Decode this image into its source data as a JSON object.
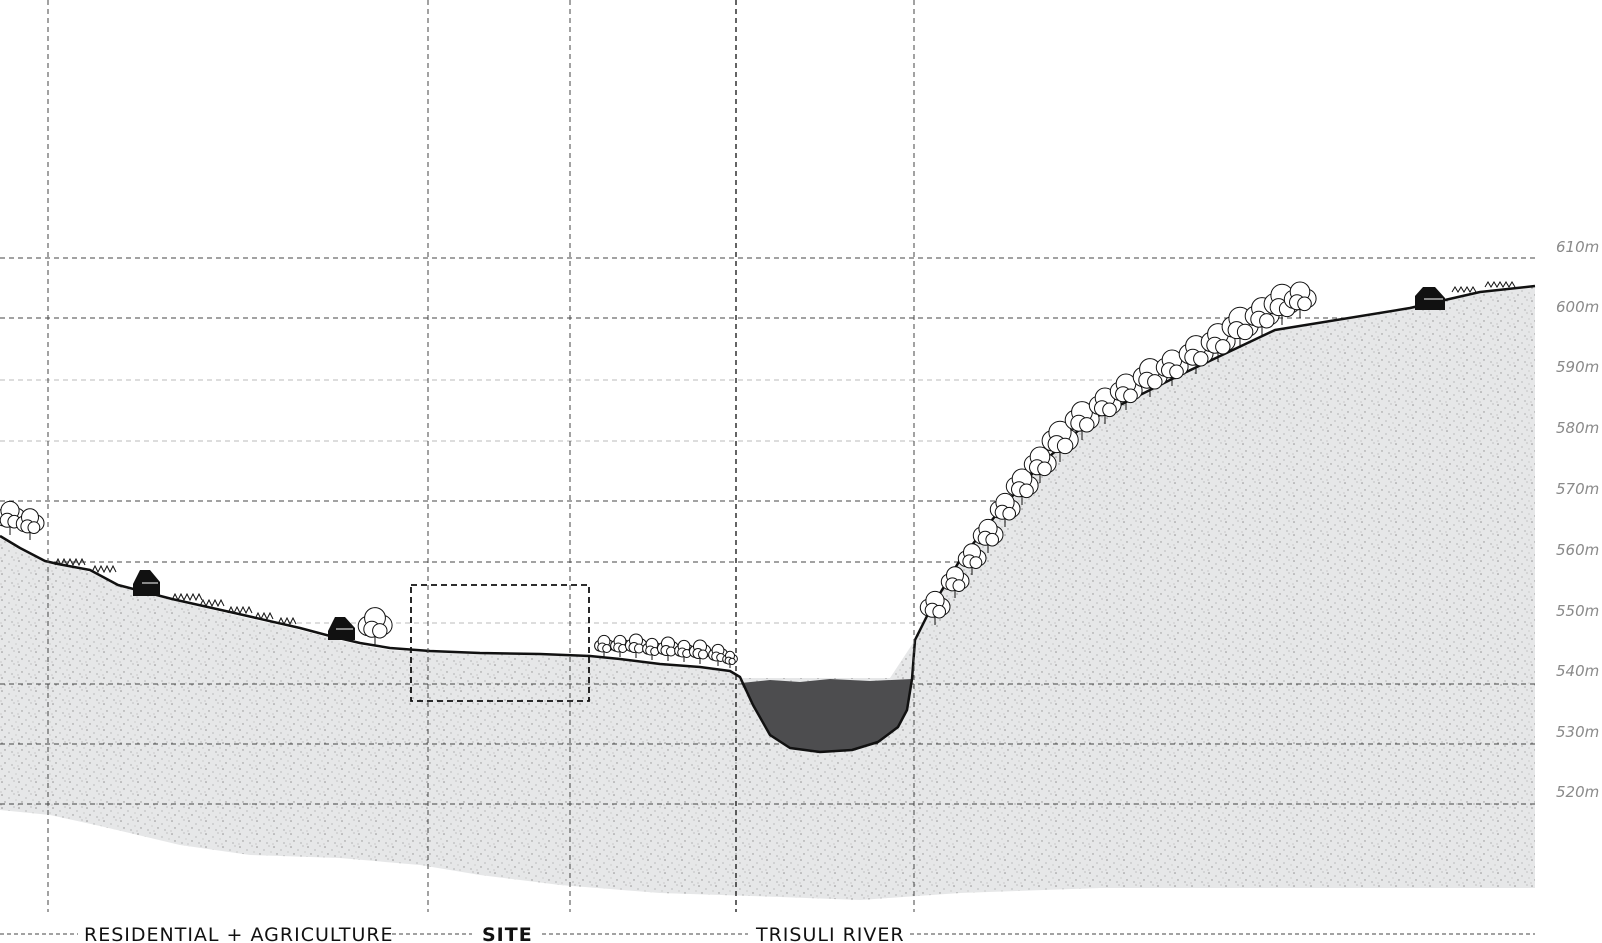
{
  "elevations": [
    "610m",
    "600m",
    "590m",
    "580m",
    "570m",
    "560m",
    "550m",
    "540m",
    "530m",
    "520m"
  ],
  "zones": [
    {
      "label": "RESIDENTIAL + AGRICULTURE",
      "emphasis": false
    },
    {
      "label": "SITE",
      "emphasis": true
    },
    {
      "label": "TRISULI RIVER",
      "emphasis": false
    }
  ],
  "colors": {
    "ground_fill": "#e6e7e8",
    "ground_stipple": "#8c8c8c",
    "river_water": "#4d4d4f",
    "profile_line": "#111111",
    "grid_major": "#444444",
    "grid_minor": "#bbbbbb",
    "building": "#111111"
  },
  "icons": [
    "tree-icon",
    "house-icon",
    "crop-row-icon"
  ]
}
